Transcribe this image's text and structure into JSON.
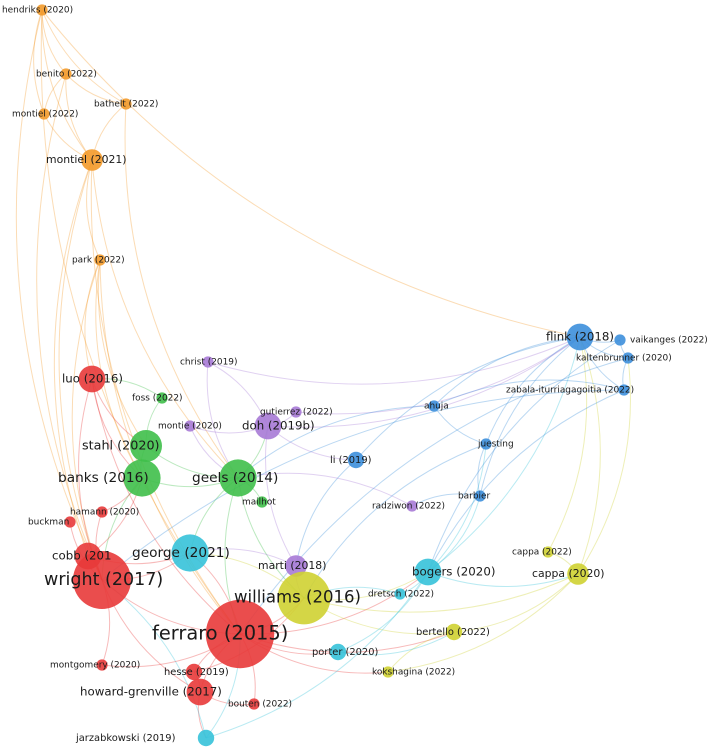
{
  "colors": {
    "red": "#e83a3a",
    "green": "#3fbf4a",
    "blue": "#3d8fdb",
    "yellow": "#cfd132",
    "purple": "#a77ad6",
    "orange": "#f39a2a",
    "cyan": "#36c2d9"
  },
  "nodes": [
    {
      "id": "hendriks",
      "label": "hendriks (2020)",
      "cluster": "orange",
      "weight": 1
    },
    {
      "id": "benito",
      "label": "benito (2022)",
      "cluster": "orange",
      "weight": 1
    },
    {
      "id": "bathelt",
      "label": "bathelt (2022)",
      "cluster": "orange",
      "weight": 1
    },
    {
      "id": "montiel22",
      "label": "montiel (2022)",
      "cluster": "orange",
      "weight": 1
    },
    {
      "id": "montiel21",
      "label": "montiel (2021)",
      "cluster": "orange",
      "weight": 3
    },
    {
      "id": "park",
      "label": "park (2022)",
      "cluster": "orange",
      "weight": 1
    },
    {
      "id": "christ",
      "label": "christ (2019)",
      "cluster": "purple",
      "weight": 1
    },
    {
      "id": "luo",
      "label": "luo (2016)",
      "cluster": "red",
      "weight": 4
    },
    {
      "id": "foss",
      "label": "foss (2022)",
      "cluster": "green",
      "weight": 1
    },
    {
      "id": "gutierrez",
      "label": "gutierrez (2022)",
      "cluster": "purple",
      "weight": 1
    },
    {
      "id": "montie",
      "label": "montie (2020)",
      "cluster": "purple",
      "weight": 1
    },
    {
      "id": "doh",
      "label": "doh (2019b)",
      "cluster": "purple",
      "weight": 4
    },
    {
      "id": "stahl",
      "label": "stahl (2020)",
      "cluster": "green",
      "weight": 5
    },
    {
      "id": "li",
      "label": "li (2019)",
      "cluster": "blue",
      "weight": 2
    },
    {
      "id": "banks",
      "label": "banks (2016)",
      "cluster": "green",
      "weight": 6
    },
    {
      "id": "geels",
      "label": "geels (2014)",
      "cluster": "green",
      "weight": 6
    },
    {
      "id": "mailhot",
      "label": "mailhot",
      "cluster": "green",
      "weight": 1
    },
    {
      "id": "hamann",
      "label": "hamann (2020)",
      "cluster": "red",
      "weight": 1
    },
    {
      "id": "radziwon",
      "label": "radziwon (2022)",
      "cluster": "purple",
      "weight": 1
    },
    {
      "id": "buckman",
      "label": "buckman",
      "cluster": "red",
      "weight": 1
    },
    {
      "id": "cobb",
      "label": "cobb (201",
      "cluster": "red",
      "weight": 4
    },
    {
      "id": "george",
      "label": "george (2021)",
      "cluster": "cyan",
      "weight": 6
    },
    {
      "id": "marti",
      "label": "marti (2018)",
      "cluster": "purple",
      "weight": 3
    },
    {
      "id": "wright",
      "label": "wright (2017)",
      "cluster": "red",
      "weight": 10
    },
    {
      "id": "williams",
      "label": "williams (2016)",
      "cluster": "yellow",
      "weight": 9
    },
    {
      "id": "ferraro",
      "label": "ferraro (2015)",
      "cluster": "red",
      "weight": 12
    },
    {
      "id": "dretsch",
      "label": "dretsch (2022)",
      "cluster": "cyan",
      "weight": 1
    },
    {
      "id": "bogers",
      "label": "bogers (2020)",
      "cluster": "cyan",
      "weight": 4
    },
    {
      "id": "cappa22",
      "label": "cappa (2022)",
      "cluster": "yellow",
      "weight": 1
    },
    {
      "id": "cappa20",
      "label": "cappa (2020)",
      "cluster": "yellow",
      "weight": 3
    },
    {
      "id": "bertello",
      "label": "bertello (2022)",
      "cluster": "yellow",
      "weight": 2
    },
    {
      "id": "porter",
      "label": "porter (2020)",
      "cluster": "cyan",
      "weight": 2
    },
    {
      "id": "kokshagina",
      "label": "kokshagina (2022)",
      "cluster": "yellow",
      "weight": 1
    },
    {
      "id": "montgomery",
      "label": "montgomery (2020)",
      "cluster": "red",
      "weight": 1
    },
    {
      "id": "hesse",
      "label": "hesse (2019)",
      "cluster": "red",
      "weight": 2
    },
    {
      "id": "howard",
      "label": "howard-grenville (2017)",
      "cluster": "red",
      "weight": 4
    },
    {
      "id": "bouten",
      "label": "bouten (2022)",
      "cluster": "red",
      "weight": 1
    },
    {
      "id": "jarzabkowski",
      "label": "jarzabkowski (2019)",
      "cluster": "cyan",
      "weight": 2
    },
    {
      "id": "flink",
      "label": "flink (2018)",
      "cluster": "blue",
      "weight": 4
    },
    {
      "id": "vaikanges",
      "label": "vaikanges (2022)",
      "cluster": "blue",
      "weight": 1
    },
    {
      "id": "kaltenbrunner",
      "label": "kaltenbrunner (2020)",
      "cluster": "blue",
      "weight": 1
    },
    {
      "id": "zabala",
      "label": "zabala-iturriagagoitia (2022)",
      "cluster": "blue",
      "weight": 1
    },
    {
      "id": "ahuja",
      "label": "ahuja",
      "cluster": "blue",
      "weight": 1
    },
    {
      "id": "juesting",
      "label": "juesting",
      "cluster": "blue",
      "weight": 1
    },
    {
      "id": "barbier",
      "label": "barbier",
      "cluster": "blue",
      "weight": 1
    }
  ],
  "links": [
    [
      "hendriks",
      "benito"
    ],
    [
      "hendriks",
      "montiel22"
    ],
    [
      "hendriks",
      "bathelt"
    ],
    [
      "hendriks",
      "montiel21"
    ],
    [
      "benito",
      "bathelt"
    ],
    [
      "benito",
      "montiel22"
    ],
    [
      "benito",
      "montiel21"
    ],
    [
      "bathelt",
      "montiel21"
    ],
    [
      "montiel22",
      "montiel21"
    ],
    [
      "montiel21",
      "park"
    ],
    [
      "park",
      "luo"
    ],
    [
      "park",
      "stahl"
    ],
    [
      "park",
      "banks"
    ],
    [
      "park",
      "wright"
    ],
    [
      "park",
      "ferraro"
    ],
    [
      "montiel21",
      "wright"
    ],
    [
      "montiel21",
      "ferraro"
    ],
    [
      "montiel21",
      "geels"
    ],
    [
      "montiel21",
      "cobb"
    ],
    [
      "hendriks",
      "wright"
    ],
    [
      "hendriks",
      "ferraro"
    ],
    [
      "hendriks",
      "flink"
    ],
    [
      "benito",
      "wright"
    ],
    [
      "bathelt",
      "geels"
    ],
    [
      "luo",
      "wright"
    ],
    [
      "luo",
      "ferraro"
    ],
    [
      "luo",
      "stahl"
    ],
    [
      "luo",
      "banks"
    ],
    [
      "stahl",
      "banks"
    ],
    [
      "stahl",
      "geels"
    ],
    [
      "banks",
      "geels"
    ],
    [
      "banks",
      "wright"
    ],
    [
      "geels",
      "ferraro"
    ],
    [
      "geels",
      "williams"
    ],
    [
      "geels",
      "george"
    ],
    [
      "geels",
      "doh"
    ],
    [
      "doh",
      "gutierrez"
    ],
    [
      "doh",
      "christ"
    ],
    [
      "doh",
      "li"
    ],
    [
      "doh",
      "marti"
    ],
    [
      "doh",
      "flink"
    ],
    [
      "christ",
      "geels"
    ],
    [
      "christ",
      "flink"
    ],
    [
      "gutierrez",
      "flink"
    ],
    [
      "wright",
      "ferraro"
    ],
    [
      "wright",
      "cobb"
    ],
    [
      "wright",
      "george"
    ],
    [
      "wright",
      "howard"
    ],
    [
      "ferraro",
      "williams"
    ],
    [
      "ferraro",
      "george"
    ],
    [
      "ferraro",
      "howard"
    ],
    [
      "ferraro",
      "hesse"
    ],
    [
      "ferraro",
      "bogers"
    ],
    [
      "ferraro",
      "porter"
    ],
    [
      "ferraro",
      "bertello"
    ],
    [
      "ferraro",
      "kokshagina"
    ],
    [
      "williams",
      "bogers"
    ],
    [
      "williams",
      "cappa20"
    ],
    [
      "williams",
      "bertello"
    ],
    [
      "williams",
      "george"
    ],
    [
      "bogers",
      "flink"
    ],
    [
      "bogers",
      "cappa20"
    ],
    [
      "bogers",
      "barbier"
    ],
    [
      "bogers",
      "juesting"
    ],
    [
      "cappa20",
      "cappa22"
    ],
    [
      "cappa20",
      "flink"
    ],
    [
      "cappa22",
      "flink"
    ],
    [
      "cappa20",
      "kaltenbrunner"
    ],
    [
      "bertello",
      "kokshagina"
    ],
    [
      "bertello",
      "cappa20"
    ],
    [
      "porter",
      "bertello"
    ],
    [
      "flink",
      "vaikanges"
    ],
    [
      "flink",
      "kaltenbrunner"
    ],
    [
      "flink",
      "zabala"
    ],
    [
      "vaikanges",
      "kaltenbrunner"
    ],
    [
      "kaltenbrunner",
      "zabala"
    ],
    [
      "zabala",
      "ahuja"
    ],
    [
      "ahuja",
      "juesting"
    ],
    [
      "juesting",
      "barbier"
    ],
    [
      "barbier",
      "radziwon"
    ],
    [
      "flink",
      "ahuja"
    ],
    [
      "flink",
      "juesting"
    ],
    [
      "flink",
      "barbier"
    ],
    [
      "flink",
      "li"
    ],
    [
      "li",
      "marti"
    ],
    [
      "marti",
      "george"
    ],
    [
      "marti",
      "williams"
    ],
    [
      "radziwon",
      "geels"
    ],
    [
      "howard",
      "hesse"
    ],
    [
      "howard",
      "bouten"
    ],
    [
      "howard",
      "jarzabkowski"
    ],
    [
      "jarzabkowski",
      "ferraro"
    ],
    [
      "jarzabkowski",
      "wright"
    ],
    [
      "jarzabkowski",
      "bogers"
    ],
    [
      "montgomery",
      "wright"
    ],
    [
      "montgomery",
      "ferraro"
    ],
    [
      "hamann",
      "banks"
    ],
    [
      "hamann",
      "wright"
    ],
    [
      "buckman",
      "wright"
    ],
    [
      "foss",
      "luo"
    ],
    [
      "foss",
      "stahl"
    ],
    [
      "montie",
      "geels"
    ],
    [
      "montie",
      "doh"
    ],
    [
      "mailhot",
      "geels"
    ],
    [
      "dretsch",
      "williams"
    ],
    [
      "dretsch",
      "bogers"
    ],
    [
      "cobb",
      "banks"
    ],
    [
      "cobb",
      "george"
    ],
    [
      "bouten",
      "ferraro"
    ],
    [
      "hesse",
      "williams"
    ],
    [
      "kokshagina",
      "cappa20"
    ],
    [
      "porter",
      "bogers"
    ],
    [
      "zabala",
      "bogers"
    ],
    [
      "vaikanges",
      "bogers"
    ],
    [
      "kaltenbrunner",
      "ferraro"
    ],
    [
      "zabala",
      "wright"
    ],
    [
      "ahuja",
      "geels"
    ],
    [
      "juesting",
      "williams"
    ]
  ]
}
